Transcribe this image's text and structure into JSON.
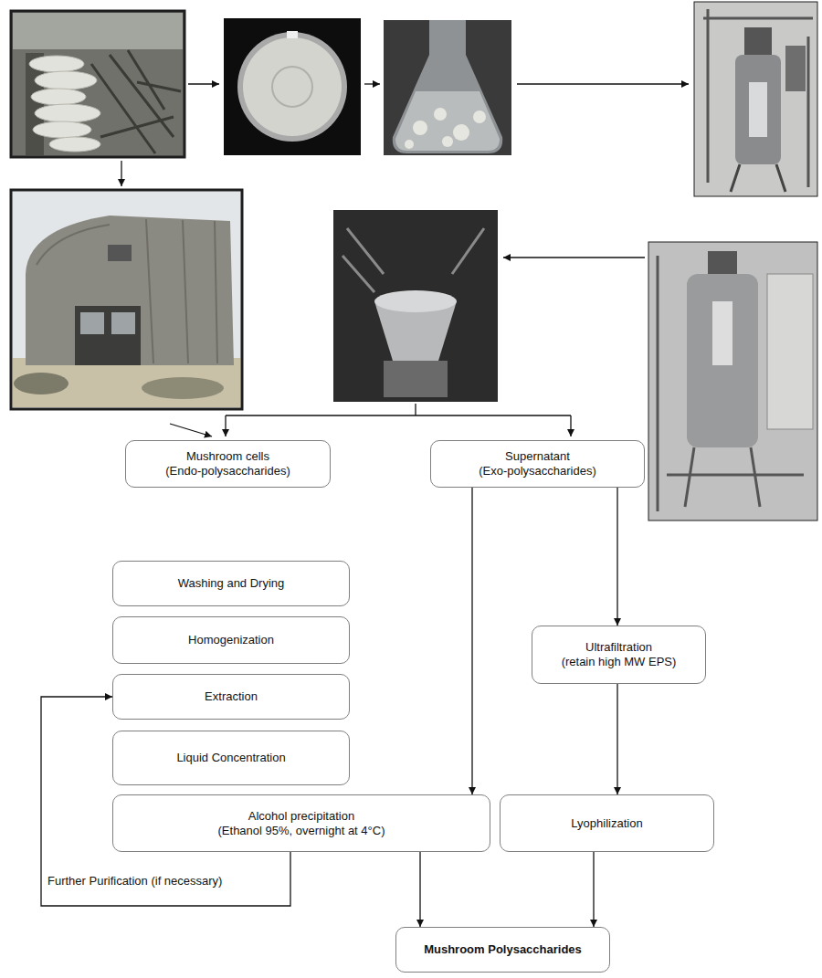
{
  "diagram": {
    "nodes": [
      {
        "text": [
          "Mushroom cells",
          "(Endo-polysaccharides)"
        ]
      },
      {
        "text": [
          "Supernatant",
          "(Exo-polysaccharides)"
        ]
      },
      {
        "text": [
          "Washing and Drying"
        ]
      },
      {
        "text": [
          "Homogenization"
        ]
      },
      {
        "text": [
          "Ultrafiltration",
          "(retain high MW EPS)"
        ]
      },
      {
        "text": [
          "Extraction"
        ]
      },
      {
        "text": [
          "Liquid Concentration"
        ]
      },
      {
        "text": [
          "Alcohol precipitation",
          "(Ethanol 95%, overnight at 4°C)"
        ]
      },
      {
        "text": [
          "Lyophilization"
        ]
      },
      {
        "text": [
          "Mushroom Polysaccharides"
        ]
      }
    ],
    "edges": [
      {
        "from": 1,
        "to": 7,
        "arrow": "to"
      },
      {
        "from": 1,
        "to": 4,
        "arrow": "to"
      },
      {
        "from": 4,
        "to": 8,
        "arrow": "to"
      },
      {
        "from": 7,
        "to": 9,
        "arrow": "to"
      },
      {
        "from": 8,
        "to": 9,
        "arrow": "to"
      },
      {
        "from": 7,
        "to": 5,
        "label": "Further Purification (if necessary)",
        "arrow": "to"
      }
    ]
  }
}
